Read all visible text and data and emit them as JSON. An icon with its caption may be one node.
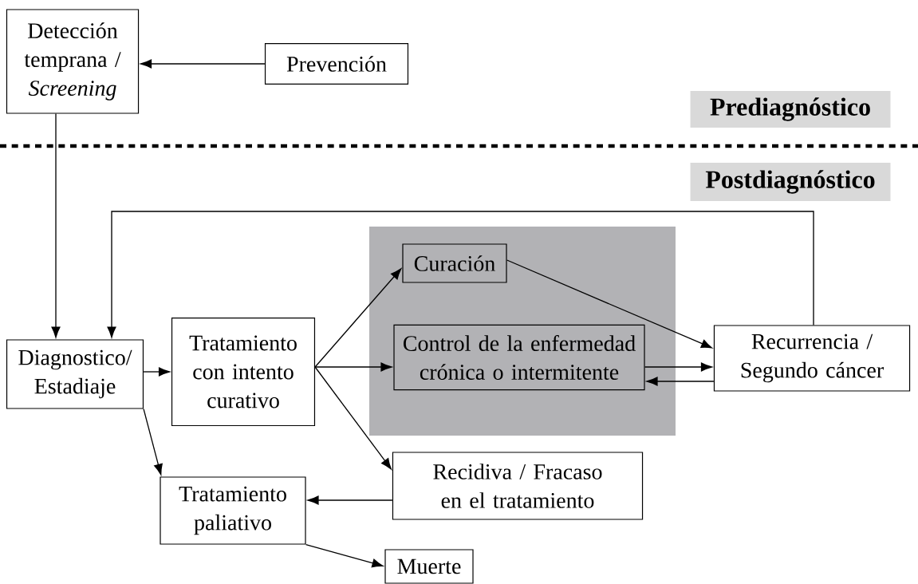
{
  "diagram": {
    "nodes": [
      {
        "text": [
          "Detección temprana / *Screening*"
        ]
      },
      {
        "text": [
          "Prevención"
        ]
      },
      {
        "text": [
          "Prediagnóstico"
        ]
      },
      {
        "text": [
          "Postdiagnóstico"
        ]
      },
      {
        "text": [
          "Diagnostico/ Estadiaje"
        ]
      },
      {
        "text": [
          "Tratamiento con intento curativo"
        ]
      },
      {
        "text": [],
        "shape": "box"
      },
      {
        "text": [
          "Curación"
        ],
        "in": 6
      },
      {
        "text": [
          "Control de la enfermedad crónica o intermitente"
        ],
        "in": 6
      },
      {
        "text": [
          "Recurrencia / Segundo cáncer"
        ]
      },
      {
        "text": [
          "Recidiva / Fracaso en el tratamiento"
        ]
      },
      {
        "text": [
          "Tratamiento paliativo"
        ]
      },
      {
        "text": [
          "Muerte"
        ]
      }
    ],
    "edges": [
      {
        "from": 1,
        "to": 0,
        "arrow": "to"
      },
      {
        "from": 0,
        "to": 4,
        "arrow": "to"
      },
      {
        "from": 9,
        "to": 4,
        "arrow": "to"
      },
      {
        "from": 4,
        "to": 5,
        "arrow": "to"
      },
      {
        "from": 4,
        "to": 11,
        "arrow": "to"
      },
      {
        "from": 5,
        "to": 7,
        "arrow": "to"
      },
      {
        "from": 5,
        "to": 8,
        "arrow": "to"
      },
      {
        "from": 5,
        "to": 10,
        "arrow": "to"
      },
      {
        "from": 7,
        "to": 9,
        "arrow": "to"
      },
      {
        "from": 8,
        "to": 9,
        "arrow": "to"
      },
      {
        "from": 9,
        "to": 8,
        "arrow": "to"
      },
      {
        "from": 10,
        "to": 11,
        "arrow": "to"
      },
      {
        "from": 11,
        "to": 12,
        "arrow": "to"
      }
    ]
  }
}
